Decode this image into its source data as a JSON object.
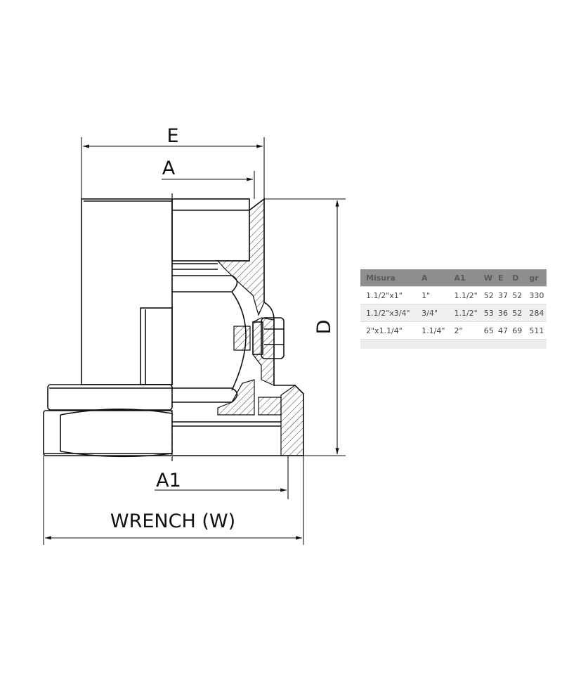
{
  "dimensions": {
    "E": "E",
    "A": "A",
    "D": "D",
    "A1": "A1",
    "W": "WRENCH (W)"
  },
  "table": {
    "headers": [
      "Misura",
      "A",
      "A1",
      "W",
      "E",
      "D",
      "gr"
    ],
    "rows": [
      [
        "1.1/2\"x1\"",
        "1\"",
        "1.1/2\"",
        "52",
        "37",
        "52",
        "330"
      ],
      [
        "1.1/2\"x3/4\"",
        "3/4\"",
        "1.1/2\"",
        "53",
        "36",
        "52",
        "284"
      ],
      [
        "2\"x1.1/4\"",
        "1.1/4\"",
        "2\"",
        "65",
        "47",
        "69",
        "511"
      ]
    ]
  },
  "colors": {
    "line": "#111111",
    "header_bg": "#8e8e8e",
    "stripe": "#f0f0f0"
  }
}
